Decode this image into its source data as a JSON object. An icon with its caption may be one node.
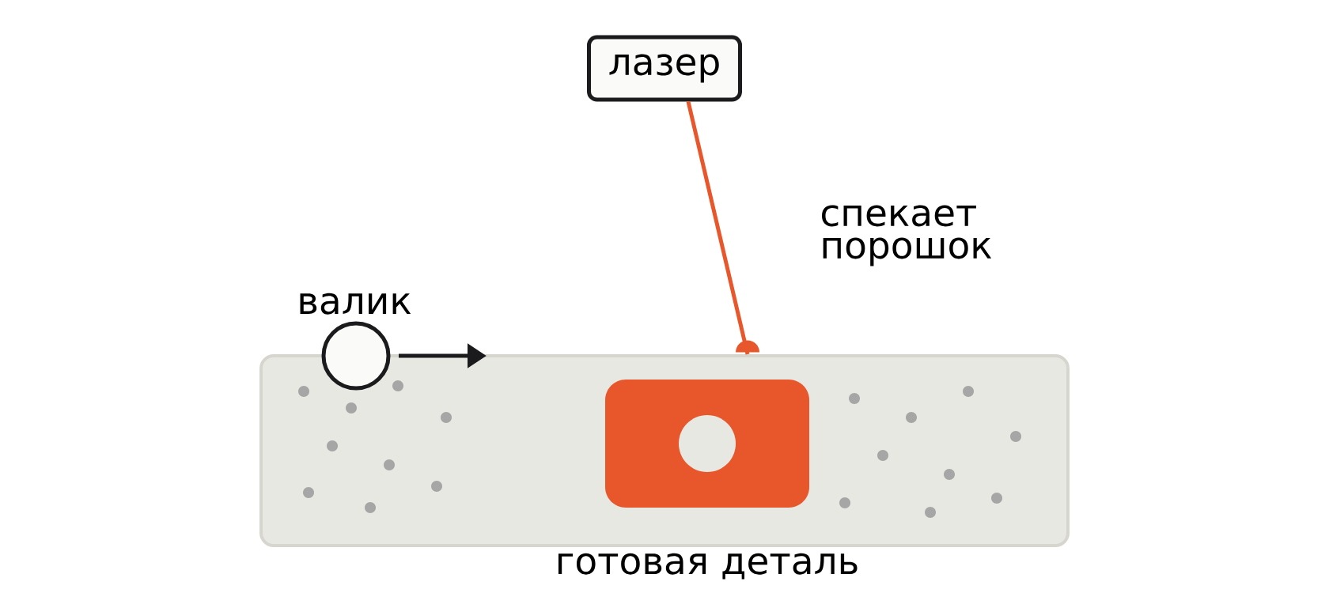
{
  "diagram": {
    "nodes": [
      {
        "text": [
          "лазер"
        ]
      },
      {
        "text": [],
        "shape": "circle",
        "beside": [
          "валик"
        ]
      },
      {
        "text": [],
        "shape": "box"
      },
      {
        "text": [],
        "shape": "box",
        "in": 2,
        "beside": [
          "готовая деталь"
        ]
      }
    ],
    "edges": [
      {
        "from": 0,
        "to": 2,
        "arrow": "other",
        "color": "#e8572b"
      }
    ],
    "labels": [
      "спекает порошок"
    ]
  }
}
